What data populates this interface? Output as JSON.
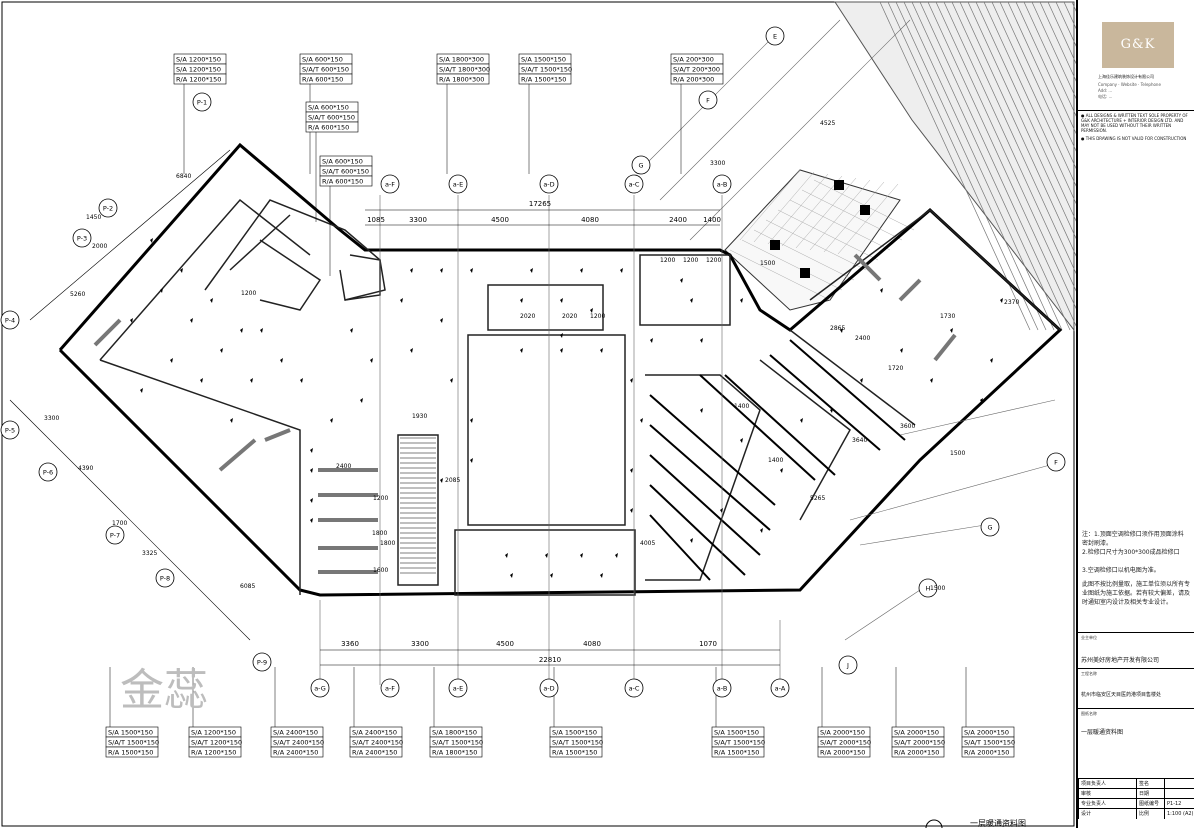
{
  "drawing": {
    "supply_tags": [
      {
        "lines": [
          "S/A 1200*150",
          "S/A 1200*150",
          "R/A 1200*150"
        ]
      },
      {
        "lines": [
          "S/A 600*150",
          "S/A/T 600*150",
          "R/A 600*150"
        ]
      },
      {
        "lines": [
          "S/A 600*150",
          "S/A/T 600*150",
          "R/A 600*150"
        ]
      },
      {
        "lines": [
          "S/A 600*150",
          "S/A/T 600*150",
          "R/A 600*150"
        ]
      },
      {
        "lines": [
          "S/A 1800*300",
          "S/A/T 1800*300",
          "R/A 1800*300"
        ]
      },
      {
        "lines": [
          "S/A 1500*150",
          "S/A/T 1500*150",
          "R/A 1500*150"
        ]
      },
      {
        "lines": [
          "S/A 200*300",
          "S/A/T 200*300",
          "R/A 200*300"
        ]
      }
    ],
    "bottom_tags": [
      {
        "lines": [
          "S/A 1500*150",
          "S/A/T 1500*150",
          "R/A 1500*150"
        ]
      },
      {
        "lines": [
          "S/A 1200*150",
          "S/A/T 1200*150",
          "R/A 1200*150"
        ]
      },
      {
        "lines": [
          "S/A 2400*150",
          "S/A/T 2400*150",
          "R/A 2400*150"
        ]
      },
      {
        "lines": [
          "S/A 2400*150",
          "S/A/T 2400*150",
          "R/A 2400*150"
        ]
      },
      {
        "lines": [
          "S/A 1800*150",
          "S/A/T 1500*150",
          "R/A 1800*150"
        ]
      },
      {
        "lines": [
          "S/A 1500*150",
          "S/A/T 1500*150",
          "R/A 1500*150"
        ]
      },
      {
        "lines": [
          "S/A 1500*150",
          "S/A/T 1500*150",
          "R/A 1500*150"
        ]
      },
      {
        "lines": [
          "S/A 2000*150",
          "S/A/T 2000*150",
          "R/A 2000*150"
        ]
      },
      {
        "lines": [
          "S/A 2000*150",
          "S/A/T 2000*150",
          "R/A 2000*150"
        ]
      },
      {
        "lines": [
          "S/A 2000*150",
          "S/A/T 1500*150",
          "R/A 2000*150"
        ]
      }
    ],
    "grid_top": [
      "a-F",
      "a-E",
      "a-D",
      "a-C",
      "a-B"
    ],
    "grid_bottom": [
      "a-G",
      "a-F",
      "a-E",
      "a-D",
      "a-C",
      "a-B",
      "a-A"
    ],
    "grid_right": [
      "E",
      "F",
      "G",
      "F",
      "G",
      "H",
      "J"
    ],
    "grid_left": [
      "P-1",
      "P-2",
      "P-3",
      "P-4",
      "P-5",
      "P-6",
      "P-7",
      "P-8",
      "P-9"
    ],
    "dims_top": [
      "1085",
      "3300",
      "4500",
      "4080",
      "2400",
      "1400"
    ],
    "dim_top_total": "17265",
    "dims_bottom": [
      "3360",
      "3300",
      "4500",
      "4080",
      "1070"
    ],
    "dim_bottom_total": "22810",
    "dims_misc": [
      "6840",
      "1450",
      "2000",
      "5260",
      "3300",
      "4390",
      "1700",
      "3325",
      "6085",
      "1200",
      "1200",
      "1200",
      "2020",
      "2020",
      "1200",
      "1200",
      "2400",
      "1200",
      "1800",
      "1600",
      "1800",
      "1930",
      "2085",
      "1400",
      "1400",
      "3640",
      "3600",
      "1730",
      "2370",
      "2865",
      "5265",
      "4005",
      "1500",
      "1500",
      "1500",
      "4525",
      "3300",
      "2400",
      "1720"
    ],
    "watermark": "金蕊",
    "bottom_caption": "一层暖通资料图"
  },
  "title_block": {
    "logo": "G&K",
    "company": "上海佳乐建筑装饰设计有限公司",
    "company_lines": [
      "Company · Website · Telephone",
      "Add: ...",
      "电话: ..."
    ],
    "copyright": [
      "● ALL DESIGNS & WRITTEN TEXT SOLE PROPERTY OF G&K ARCHITECTURE + INTERIOR DESIGN LTD. AND MAY NOT BE USED WITHOUT THEIR WRITTEN PERMISSION.",
      "● THIS DRAWING IS NOT VALID FOR CONSTRUCTION"
    ],
    "notes": [
      "注：1.顶面空调检修口须作用顶面涂料",
      "密封刷漆。",
      "2.检修口尺寸为300*300成品检修口",
      "3.空调检修口以机电图为准。",
      "此图不按比例量取，施工单位须以所有专业图纸为施工依据。若有较大偏差，请及时通知室内设计及相关专业设计。"
    ],
    "client_label": "业主单位",
    "client": "苏州美好房地产开发有限公司",
    "project_label": "工程名称",
    "project": "杭州市临安区天目医药港项目售楼处",
    "drawing_label": "图纸名称",
    "drawing_name": "一层暖通资料图",
    "sheet_no": "P1-12",
    "scale": "1:100",
    "paper": "(A2)",
    "table_rows": [
      [
        "项目负责人",
        "",
        "签名",
        ""
      ],
      [
        "审核",
        "",
        "日期",
        ""
      ],
      [
        "专业负责人",
        "",
        "图纸编号",
        "P1-12"
      ],
      [
        "设计",
        "",
        "比例",
        "1:100 (A2)"
      ]
    ]
  }
}
